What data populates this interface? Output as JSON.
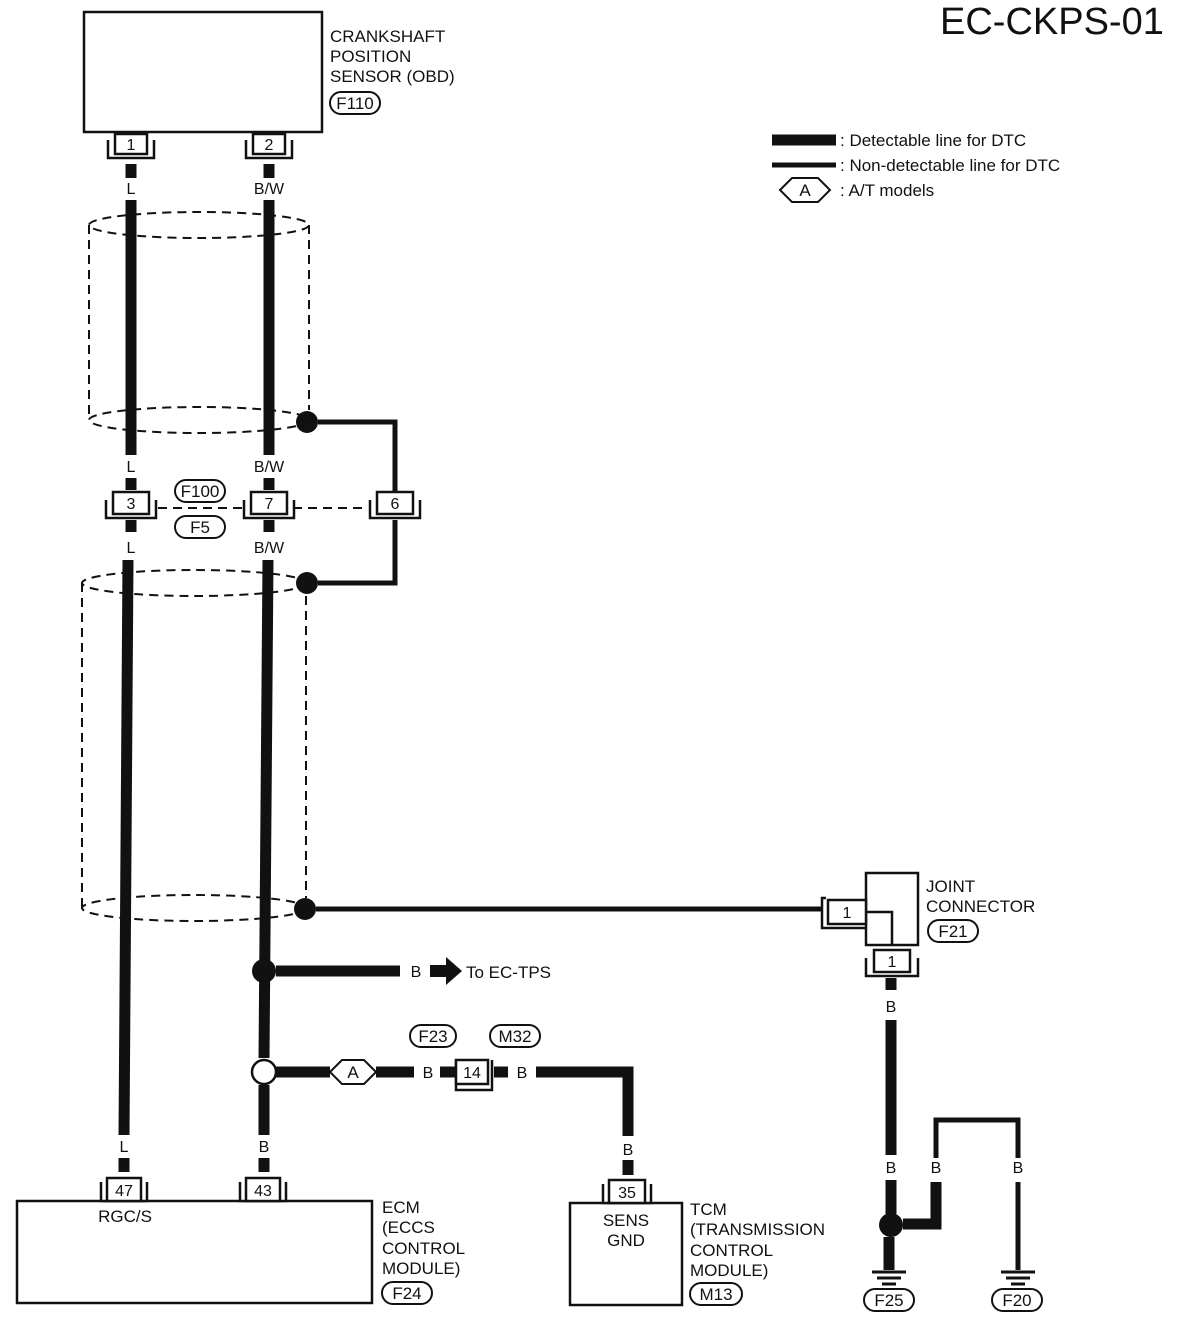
{
  "title": "EC-CKPS-01",
  "legend": {
    "detectable": ": Detectable line for DTC",
    "non_detectable": ": Non-detectable line for DTC",
    "at_code": "A",
    "at_models": ": A/T models"
  },
  "sensor": {
    "name_lines": [
      "CRANKSHAFT",
      "POSITION",
      "SENSOR (OBD)"
    ],
    "connector": "F110",
    "pin1": "1",
    "pin2": "2"
  },
  "wires": {
    "l": "L",
    "bw": "B/W",
    "b": "B"
  },
  "harness": {
    "pin3": "3",
    "pin7": "7",
    "pin6": "6",
    "connector_top": "F100",
    "connector_bottom": "F5"
  },
  "joint": {
    "name_lines": [
      "JOINT",
      "CONNECTOR"
    ],
    "connector": "F21",
    "pin_side": "1",
    "pin_bottom": "1"
  },
  "to_tps": "To EC-TPS",
  "inline": {
    "option": "A",
    "connector_left": "F23",
    "connector_right": "M32",
    "pin": "14"
  },
  "ecm": {
    "pin47": "47",
    "pin43": "43",
    "terminal": "RGC/S",
    "name_lines": [
      "ECM",
      "(ECCS",
      "CONTROL",
      "MODULE)"
    ],
    "connector": "F24"
  },
  "tcm": {
    "pin": "35",
    "terminal_lines": [
      "SENS",
      "GND"
    ],
    "name_lines": [
      "TCM",
      "(TRANSMISSION",
      "CONTROL",
      "MODULE)"
    ],
    "connector": "M13"
  },
  "grounds": {
    "left": "F25",
    "right": "F20"
  }
}
